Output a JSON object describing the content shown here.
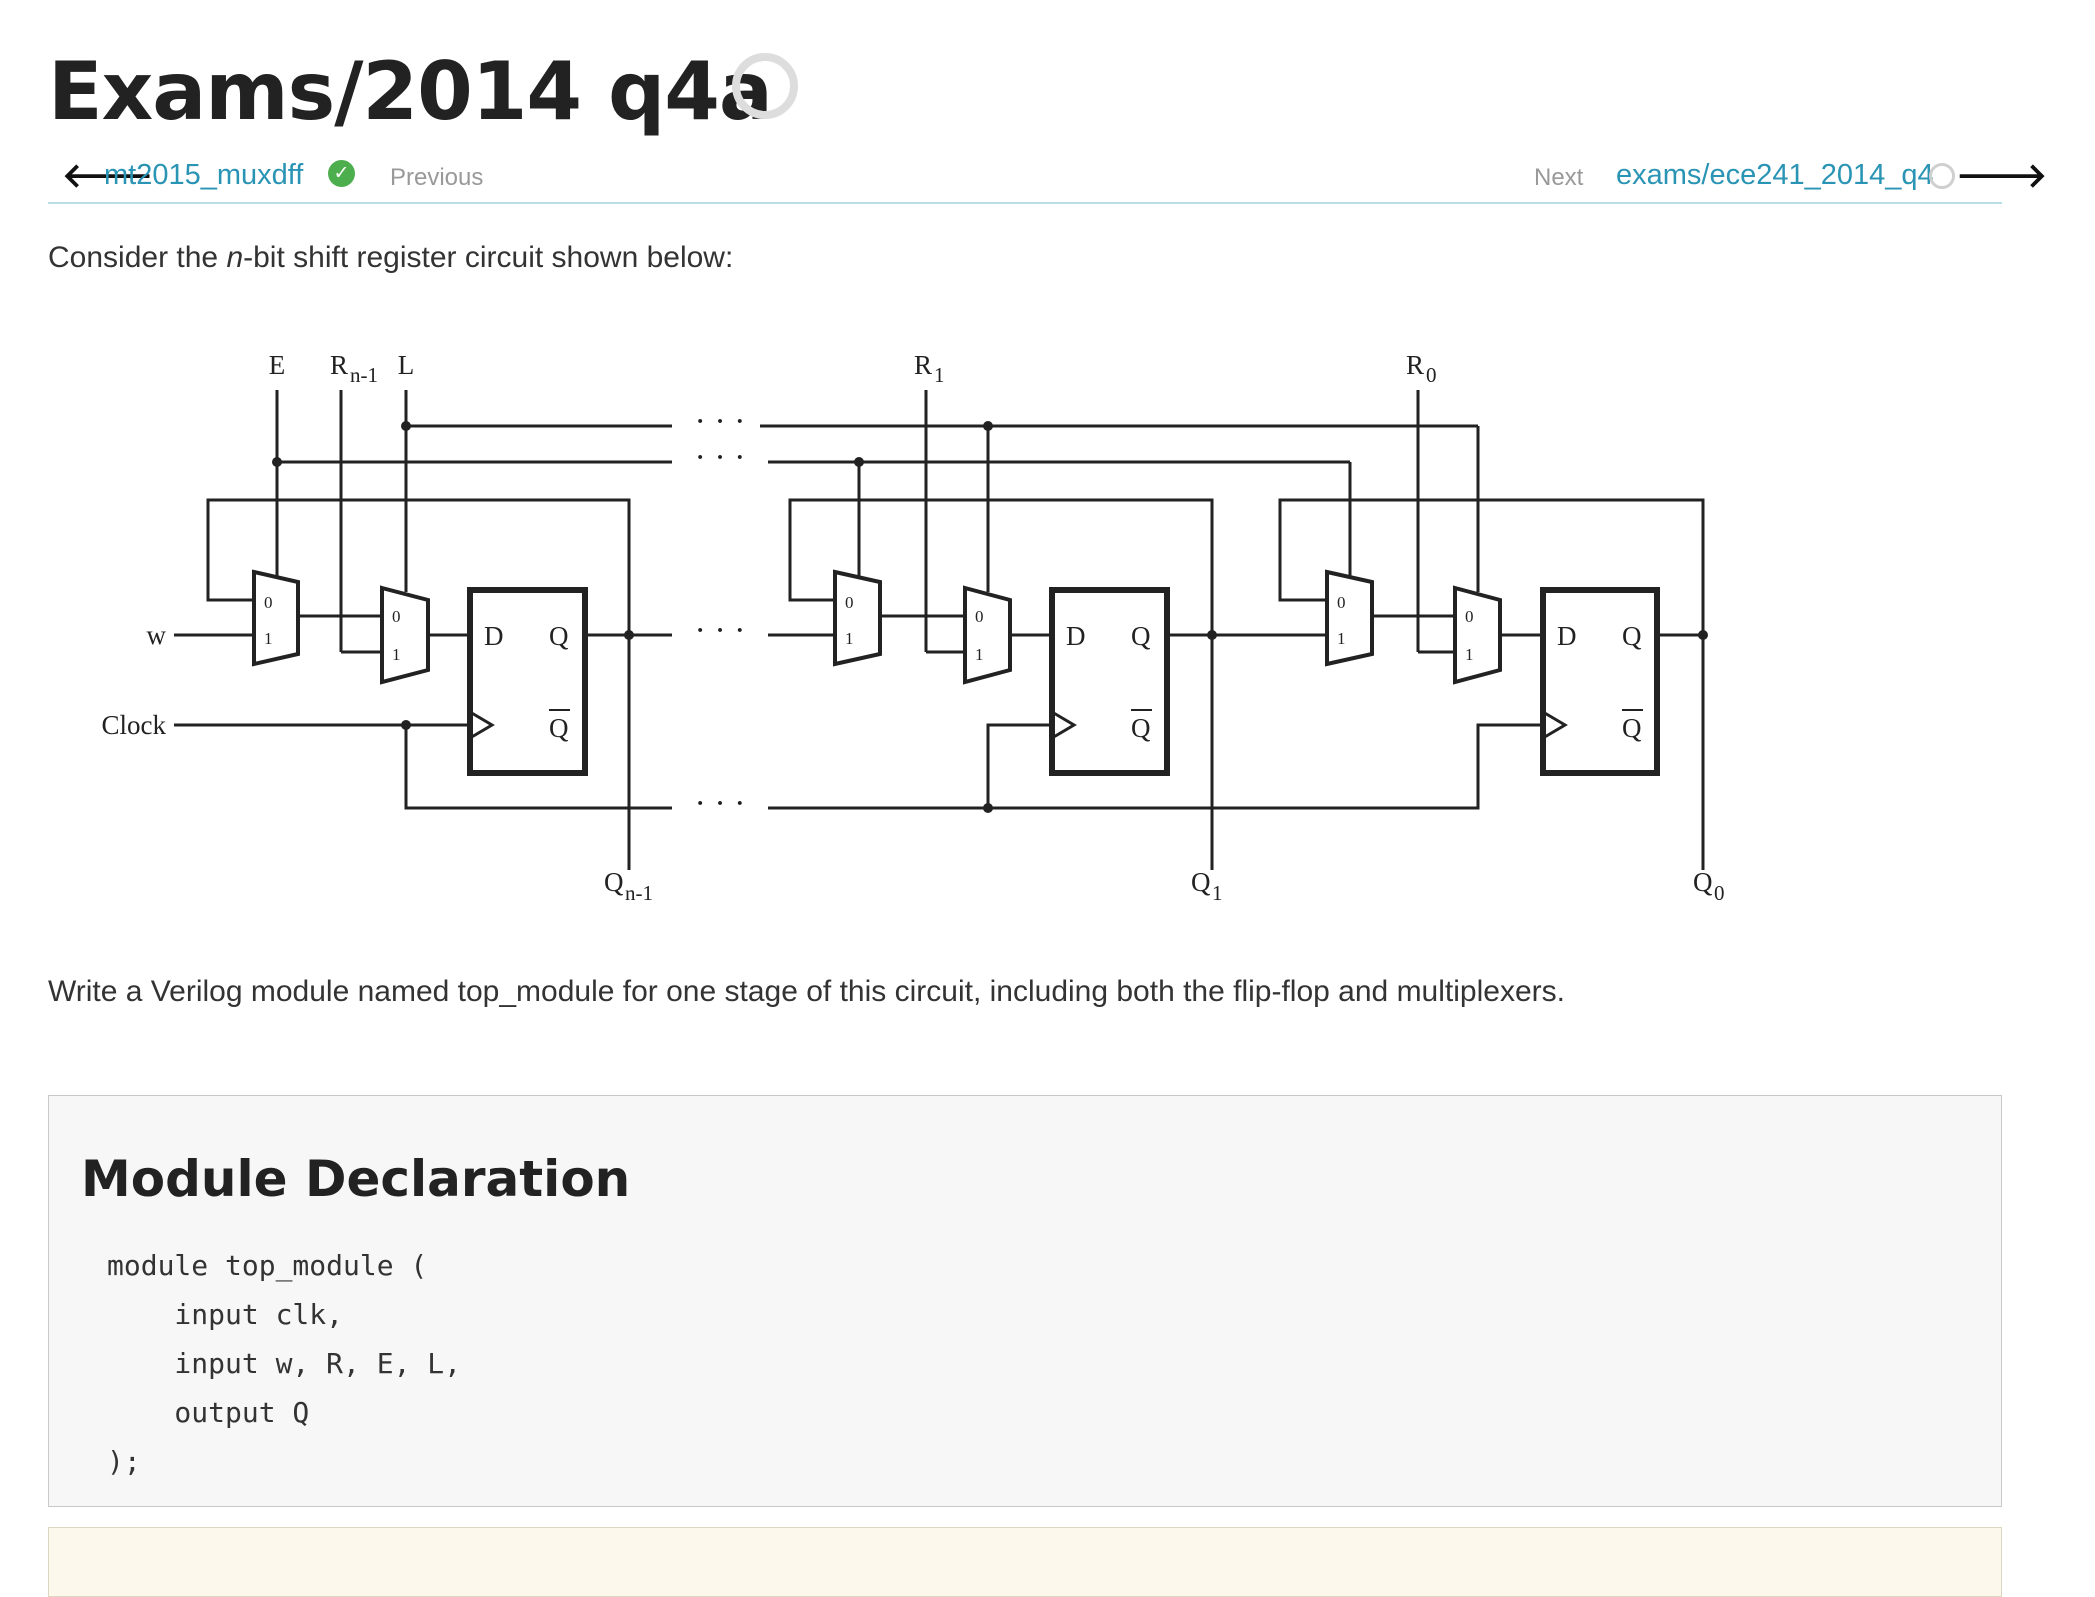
{
  "page": {
    "title": "Exams/2014 q4a",
    "title_status_icon": "unsolved-circle-icon"
  },
  "nav": {
    "prev_arrow": "🡐",
    "prev_link": "mt2015_muxdff",
    "prev_status_icon": "solved-check-icon",
    "prev_label": "Previous",
    "next_label": "Next",
    "next_link": "exams/ece241_2014_q4",
    "next_status_icon": "unsolved-circle-icon",
    "next_arrow": "🡒"
  },
  "intro": {
    "before": "Consider the ",
    "emphasis": "n",
    "after": "-bit shift register circuit shown below:"
  },
  "diagram": {
    "signal_E": "E",
    "signal_R_base": "R",
    "signal_R_sub_n1": "n-1",
    "signal_L": "L",
    "signal_R1_sub": "1",
    "signal_R0_sub": "0",
    "input_w": "w",
    "input_clock": "Clock",
    "mux_in0": "0",
    "mux_in1": "1",
    "ff_d": "D",
    "ff_q": "Q",
    "ff_qbar": "Q",
    "out_Q_base": "Q",
    "out_sub_n1": "n-1",
    "out_sub_1": "1",
    "out_sub_0": "0",
    "ellipsis": "· · ·"
  },
  "instruction": "Write a Verilog module named top_module for one stage of this circuit, including both the flip-flop and multiplexers.",
  "declaration": {
    "heading": "Module Declaration",
    "code": [
      "module top_module (",
      "    input clk,",
      "    input w, R, E, L,",
      "    output Q",
      ");"
    ]
  },
  "colors": {
    "link": "#2a94b4",
    "nav_rule": "#b9dce9",
    "success": "#4cae4c",
    "decl_bg": "#f7f7f7",
    "editor_bg": "#fcf8ec"
  }
}
